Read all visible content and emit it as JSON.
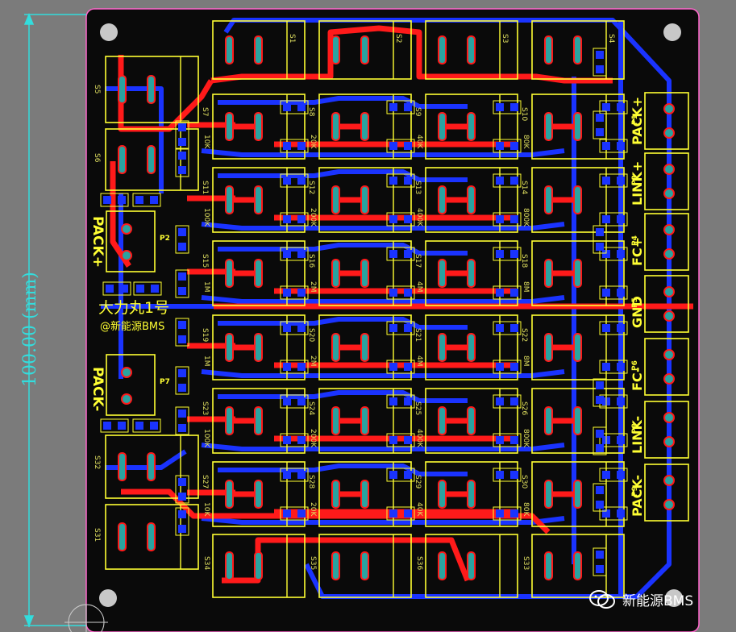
{
  "dimension": {
    "label": "100.00 (mm)"
  },
  "board_title": "大力丸1号",
  "board_subtitle": "@新能源BMS",
  "side_labels": {
    "left_top": "PACK+",
    "left_bottom": "PACK-"
  },
  "connectors": [
    "PACK+",
    "LINK+",
    "FC+",
    "GND",
    "FC-",
    "LINK-",
    "PACK-"
  ],
  "connector_refs": [
    "P1",
    "P3",
    "P4",
    "P5",
    "P6",
    "P8",
    "P9"
  ],
  "designators": {
    "top_row": [
      "S1",
      "S2",
      "S3",
      "S4"
    ],
    "left_col": [
      "S5",
      "S6",
      "S32",
      "S31"
    ],
    "bottom_row": [
      "S34",
      "S35",
      "S36",
      "S33"
    ],
    "grid_rows": [
      [
        "S7",
        "S8",
        "S9",
        "S10"
      ],
      [
        "S11",
        "S12",
        "S13",
        "S14"
      ],
      [
        "S15",
        "S16",
        "S17",
        "S18"
      ],
      [
        "S19",
        "S20",
        "S21",
        "S22"
      ],
      [
        "S23",
        "S24",
        "S25",
        "S26"
      ],
      [
        "S27",
        "S28",
        "S29",
        "S30"
      ]
    ],
    "resistor_values": [
      [
        "10K",
        "20K",
        "40K",
        "80K"
      ],
      [
        "100K",
        "200K",
        "400K",
        "800K"
      ],
      [
        "1M",
        "2M",
        "4M",
        "8M"
      ],
      [
        "1M",
        "2M",
        "4M",
        "8M"
      ],
      [
        "100K",
        "200K",
        "400K",
        "800K"
      ],
      [
        "10K",
        "20K",
        "40K",
        "80K"
      ]
    ],
    "left_parts": [
      "P2",
      "P7"
    ]
  },
  "watermark": {
    "text": "新能源BMS"
  },
  "colors": {
    "board": "#0a0a0a",
    "top_copper": "#ff1a1a",
    "bottom_copper": "#1a33ff",
    "silkscreen": "#ffff33",
    "pad": "#2aa3a0",
    "dimension": "#33dddd"
  }
}
